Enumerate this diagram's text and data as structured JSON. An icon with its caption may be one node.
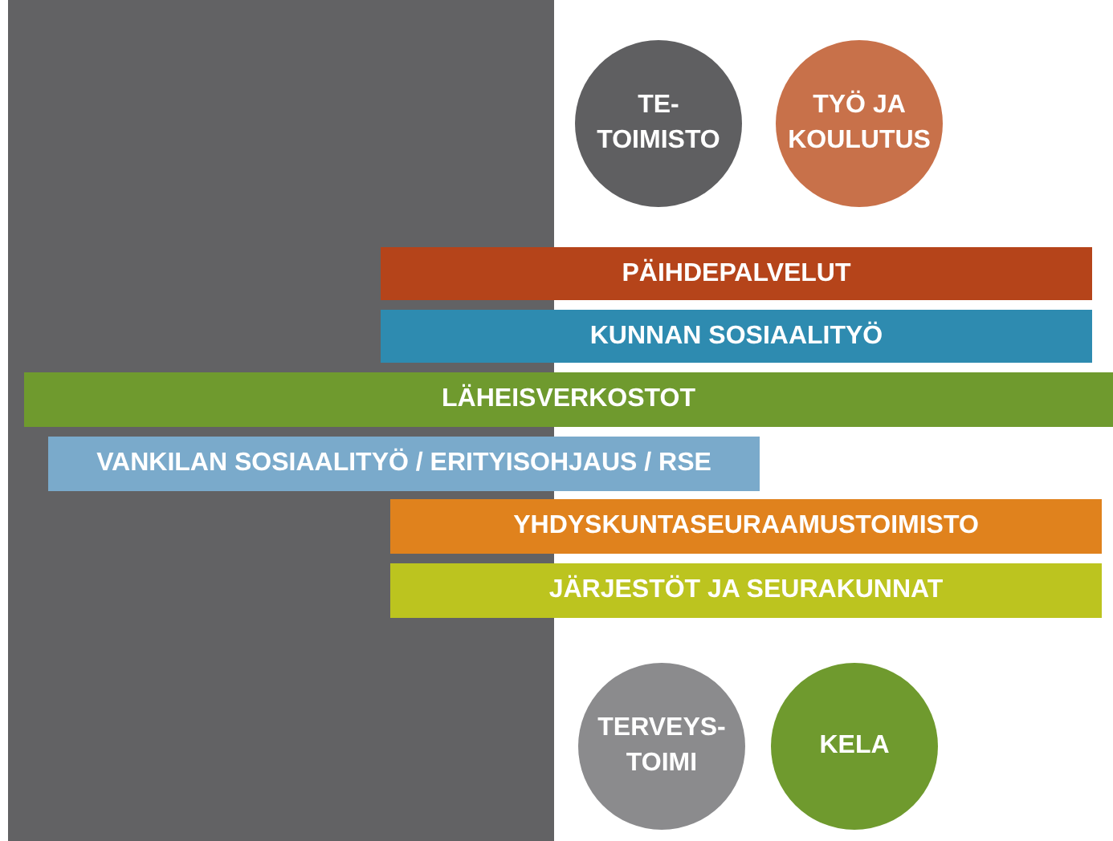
{
  "diagram": {
    "nodes": [
      {
        "text": [],
        "shape": "box"
      },
      {
        "text": [
          "TE- TOIMISTO"
        ]
      },
      {
        "text": [
          "TYÖ JA KOULUTUS"
        ]
      },
      {
        "text": [
          "PÄIHDEPALVELUT"
        ]
      },
      {
        "text": [
          "KUNNAN SOSIAALITYÖ"
        ]
      },
      {
        "text": [
          "LÄHEISVERKOSTOT"
        ]
      },
      {
        "text": [
          "VANKILAN SOSIAALITYÖ / ERITYISOHJAUS / RSE"
        ]
      },
      {
        "text": [
          "YHDYSKUNTASEURAAMUSTOIMISTO"
        ]
      },
      {
        "text": [
          "JÄRJESTÖT JA SEURAKUNNAT"
        ]
      },
      {
        "text": [
          "TERVEYS- TOIMI"
        ]
      },
      {
        "text": [
          "KELA"
        ]
      }
    ],
    "edges": []
  }
}
